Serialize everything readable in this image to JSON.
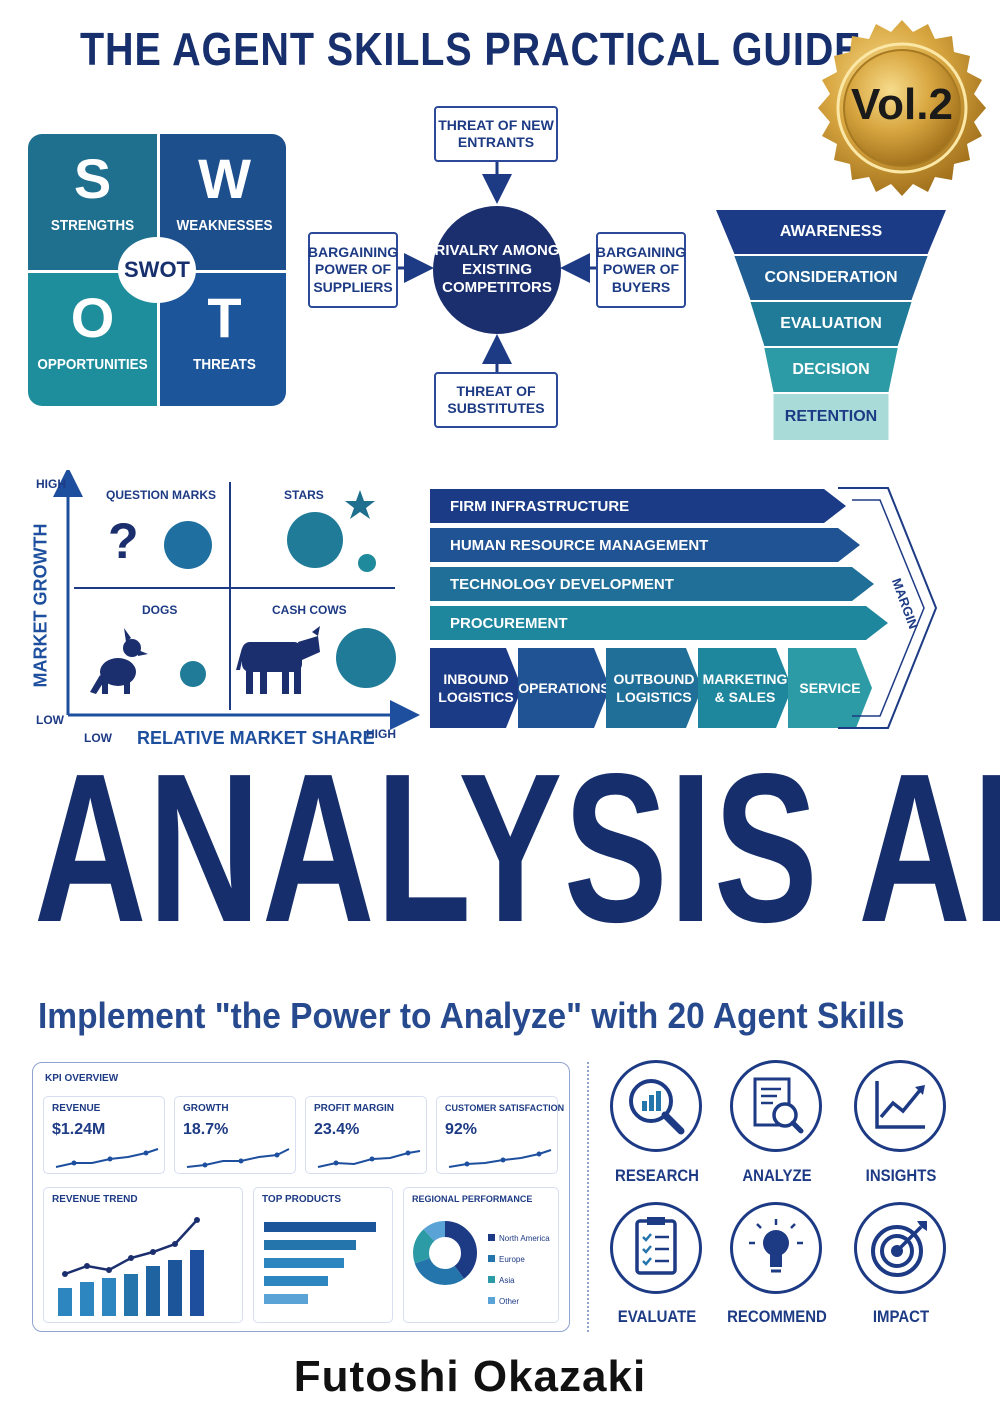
{
  "header": {
    "title": "THE AGENT SKILLS PRACTICAL GUIDE",
    "badge": "Vol.2"
  },
  "swot": {
    "center": "SWOT",
    "quadrants": [
      {
        "letter": "S",
        "name": "STRENGTHS"
      },
      {
        "letter": "W",
        "name": "WEAKNESSES"
      },
      {
        "letter": "O",
        "name": "OPPORTUNITIES"
      },
      {
        "letter": "T",
        "name": "THREATS"
      }
    ]
  },
  "porter": {
    "center": "RIVALRY AMONG EXISTING COMPETITORS",
    "top": "THREAT OF NEW ENTRANTS",
    "left": "BARGAINING POWER OF SUPPLIERS",
    "right": "BARGAINING POWER OF BUYERS",
    "bottom": "THREAT OF SUBSTITUTES"
  },
  "funnel": [
    "AWARENESS",
    "CONSIDERATION",
    "EVALUATION",
    "DECISION",
    "RETENTION"
  ],
  "bcg": {
    "y_axis": "MARKET GROWTH",
    "x_axis": "RELATIVE MARKET SHARE",
    "high_y": "HIGH",
    "low_y": "LOW",
    "low_x": "LOW",
    "high_x": "HIGH",
    "quadrants": [
      "QUESTION MARKS",
      "STARS",
      "DOGS",
      "CASH COWS"
    ]
  },
  "value_chain": {
    "support": [
      "FIRM INFRASTRUCTURE",
      "HUMAN RESOURCE MANAGEMENT",
      "TECHNOLOGY DEVELOPMENT",
      "PROCUREMENT"
    ],
    "primary": [
      "INBOUND LOGISTICS",
      "OPERATIONS",
      "OUTBOUND LOGISTICS",
      "MARKETING & SALES",
      "SERVICE"
    ],
    "margin": "MARGIN"
  },
  "main_title": "ANALYSIS AI",
  "subtitle": "Implement \"the Power to Analyze\" with 20 Agent Skills",
  "dashboard": {
    "title": "KPI OVERVIEW",
    "kpis": [
      {
        "label": "REVENUE",
        "value": "$1.24M"
      },
      {
        "label": "GROWTH",
        "value": "18.7%"
      },
      {
        "label": "PROFIT MARGIN",
        "value": "23.4%"
      },
      {
        "label": "CUSTOMER SATISFACTION",
        "value": "92%"
      }
    ],
    "revenue_trend": "REVENUE TREND",
    "top_products": "TOP PRODUCTS",
    "regional": "REGIONAL PERFORMANCE",
    "regions": [
      "North America",
      "Europe",
      "Asia",
      "Other"
    ]
  },
  "skills": [
    "RESEARCH",
    "ANALYZE",
    "INSIGHTS",
    "EVALUATE",
    "RECOMMEND",
    "IMPACT"
  ],
  "author": "Futoshi Okazaki",
  "colors": {
    "navy": "#1b2f6e",
    "blue": "#1f4f93",
    "teal": "#1f8a9b",
    "gold": "#d3a43c"
  }
}
